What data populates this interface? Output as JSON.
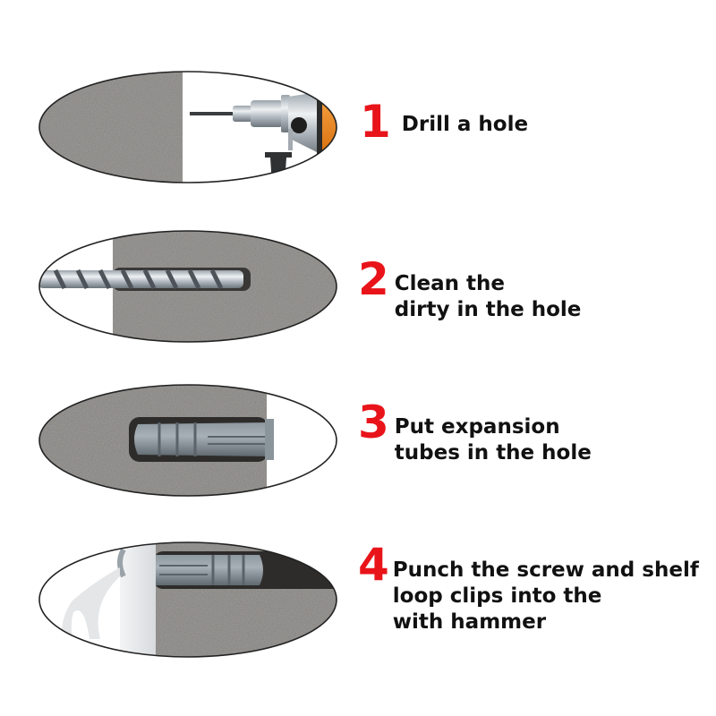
{
  "colors": {
    "step_number": "#e8141a",
    "text": "#111111",
    "concrete": "#8a8885",
    "drill_accent": "#f08a1c",
    "anchor_gray": "#7f8a92",
    "outline": "#222222"
  },
  "steps": [
    {
      "number": "1",
      "lines": [
        "Drill a hole"
      ],
      "illustration": "hammer-drill-at-wall"
    },
    {
      "number": "2",
      "lines": [
        "Clean the",
        "dirty in the hole"
      ],
      "illustration": "drill-bit-in-hole"
    },
    {
      "number": "3",
      "lines": [
        "Put expansion",
        "tubes in the hole"
      ],
      "illustration": "expansion-anchor-in-hole"
    },
    {
      "number": "4",
      "lines": [
        "Punch the screw and shelf",
        "loop clips into the",
        "with hammer"
      ],
      "illustration": "hook-clip-with-anchor"
    }
  ]
}
